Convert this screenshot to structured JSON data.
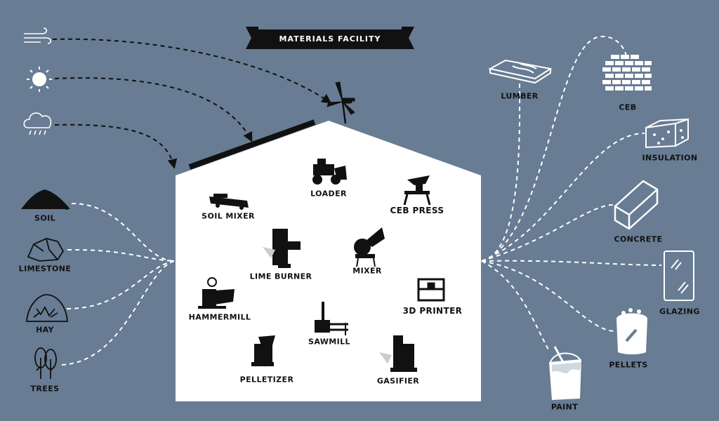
{
  "title": "MATERIALS FACILITY",
  "colors": {
    "background": "#687c93",
    "house": "#ffffff",
    "ink": "#111111",
    "line": "#ffffff"
  },
  "energy_sources": [
    {
      "icon": "wind-icon"
    },
    {
      "icon": "sun-icon"
    },
    {
      "icon": "rain-cloud-icon"
    }
  ],
  "inputs": [
    {
      "label": "SOIL",
      "icon": "soil-pile-icon"
    },
    {
      "label": "LIMESTONE",
      "icon": "rock-icon"
    },
    {
      "label": "HAY",
      "icon": "hay-bale-icon"
    },
    {
      "label": "TREES",
      "icon": "trees-icon"
    }
  ],
  "machines": [
    {
      "label": "LOADER",
      "icon": "loader-icon"
    },
    {
      "label": "CEB PRESS",
      "icon": "ceb-press-icon"
    },
    {
      "label": "SOIL MIXER",
      "icon": "soil-mixer-icon"
    },
    {
      "label": "LIME BURNER",
      "icon": "lime-burner-icon"
    },
    {
      "label": "MIXER",
      "icon": "mixer-icon"
    },
    {
      "label": "HAMMERMILL",
      "icon": "hammermill-icon"
    },
    {
      "label": "3D PRINTER",
      "icon": "3d-printer-icon"
    },
    {
      "label": "SAWMILL",
      "icon": "sawmill-icon"
    },
    {
      "label": "PELLETIZER",
      "icon": "pelletizer-icon"
    },
    {
      "label": "GASIFIER",
      "icon": "gasifier-icon"
    }
  ],
  "outputs": [
    {
      "label": "LUMBER",
      "icon": "lumber-icon"
    },
    {
      "label": "CEB",
      "icon": "brick-wall-icon"
    },
    {
      "label": "INSULATION",
      "icon": "insulation-block-icon"
    },
    {
      "label": "CONCRETE",
      "icon": "concrete-block-icon"
    },
    {
      "label": "GLAZING",
      "icon": "glass-pane-icon"
    },
    {
      "label": "PELLETS",
      "icon": "pellet-bag-icon"
    },
    {
      "label": "PAINT",
      "icon": "paint-can-icon"
    }
  ]
}
